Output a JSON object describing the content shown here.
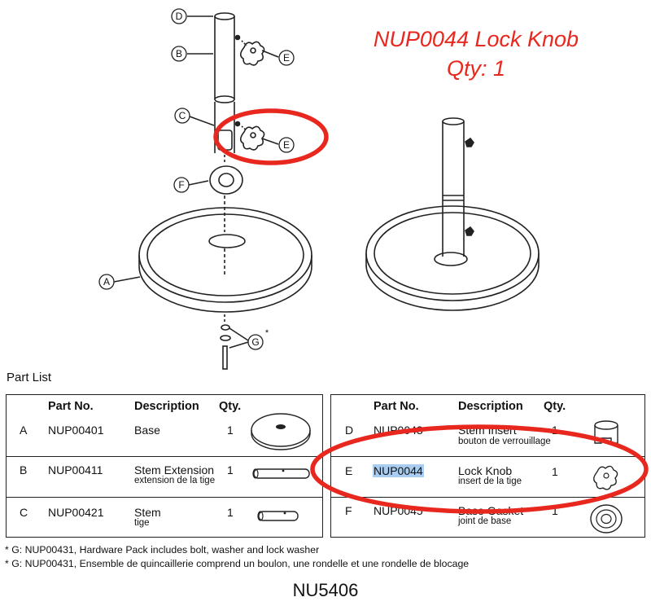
{
  "callout": {
    "line1": "NUP0044 Lock Knob",
    "line2": "Qty: 1"
  },
  "diagram": {
    "labels": {
      "A": "A",
      "B": "B",
      "C": "C",
      "D": "D",
      "E": "E",
      "F": "F",
      "G": "G",
      "asterisk": "*"
    }
  },
  "part_list": {
    "title": "Part List",
    "headers": {
      "part_no": "Part No.",
      "description": "Description",
      "qty": "Qty."
    },
    "left_rows": [
      {
        "letter": "A",
        "part_no": "NUP00401",
        "description": "Base",
        "description_fr": "",
        "qty": "1",
        "thumb": "base-icon"
      },
      {
        "letter": "B",
        "part_no": "NUP00411",
        "description": "Stem Extension",
        "description_fr": "extension de la tige",
        "qty": "1",
        "thumb": "stem-extension-icon"
      },
      {
        "letter": "C",
        "part_no": "NUP00421",
        "description": "Stem",
        "description_fr": "tige",
        "qty": "1",
        "thumb": "stem-icon"
      }
    ],
    "right_rows": [
      {
        "letter": "D",
        "part_no": "NUP0043",
        "description": "Stem Insert",
        "description_fr": "bouton de verrouillage",
        "qty": "1",
        "thumb": "stem-insert-icon"
      },
      {
        "letter": "E",
        "part_no": "NUP0044",
        "description": "Lock Knob",
        "description_fr": "insert de la tige",
        "qty": "1",
        "thumb": "lock-knob-icon",
        "highlighted": true
      },
      {
        "letter": "F",
        "part_no": "NUP0045",
        "description": "Base Gasket",
        "description_fr": "joint de base",
        "qty": "1",
        "thumb": "base-gasket-icon"
      }
    ]
  },
  "footnotes": {
    "en": "* G: NUP00431, Hardware Pack includes bolt, washer and lock washer",
    "fr": "* G: NUP00431, Ensemble de quincaillerie comprend un boulon, une rondelle et une rondelle de blocage"
  },
  "model_number": "NU5406",
  "colors": {
    "annotation_red": "#e8281e",
    "highlight_blue": "#a9cdf0",
    "line": "#222222"
  }
}
